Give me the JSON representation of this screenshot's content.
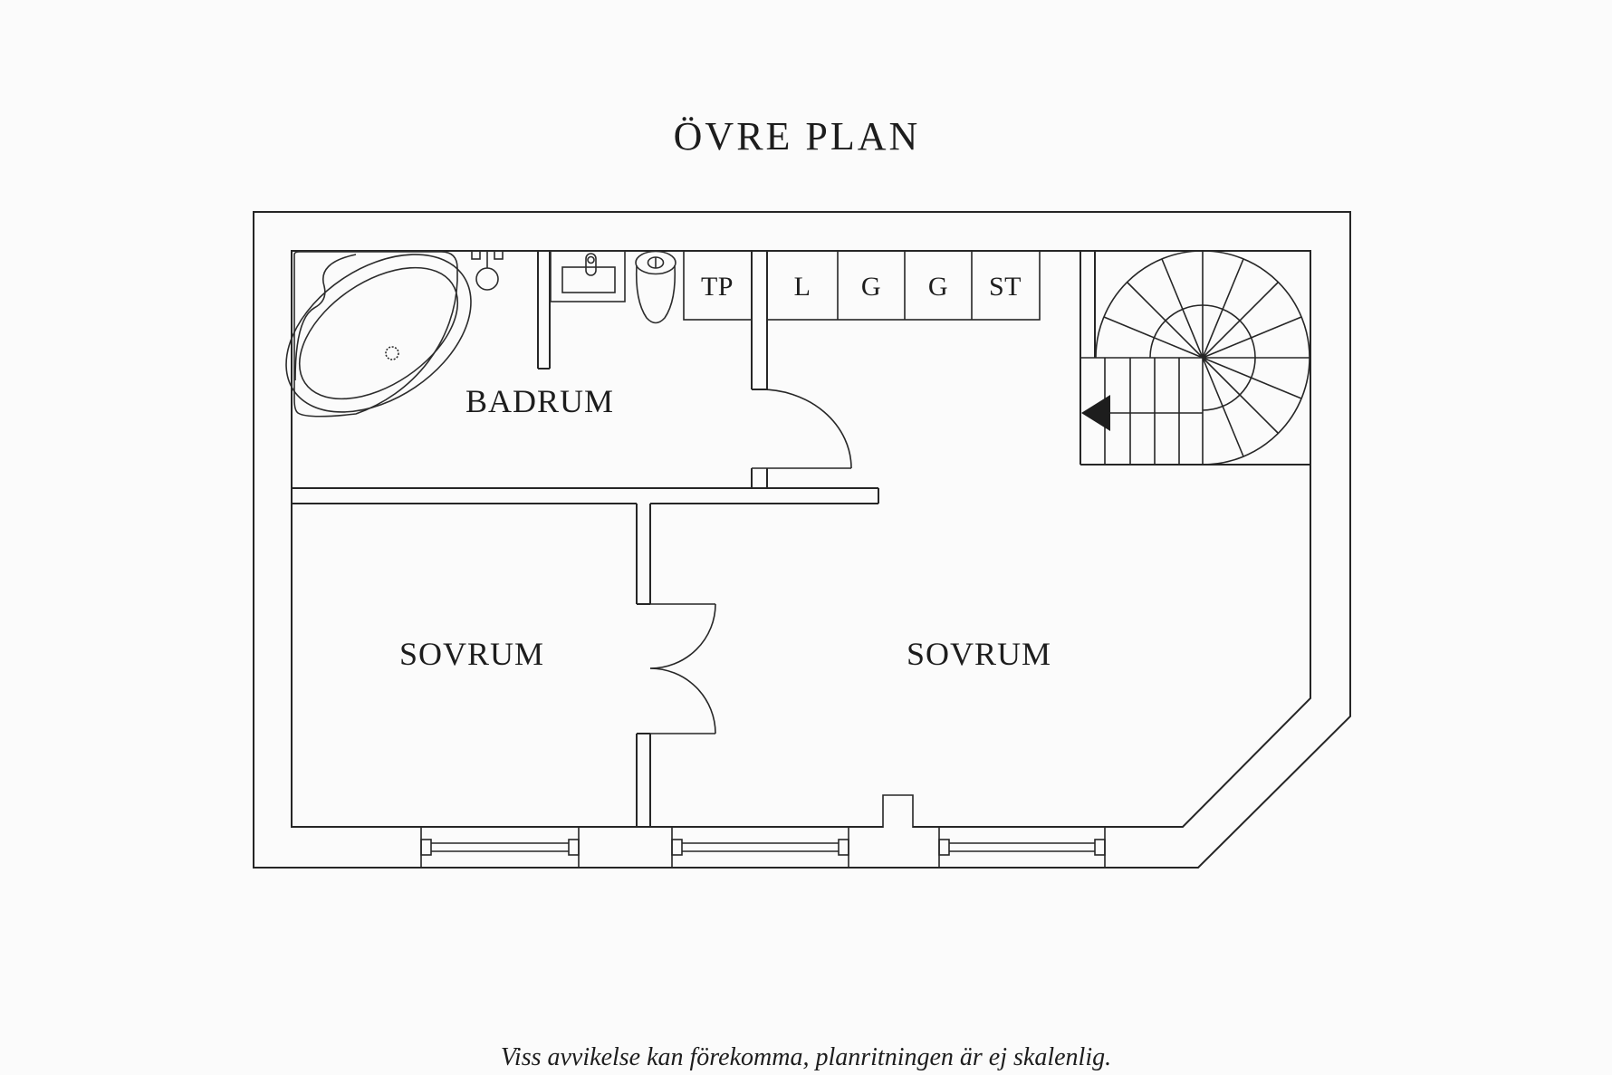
{
  "title": "ÖVRE PLAN",
  "footer": {
    "disclaimer": "Viss avvikelse kan förekomma, planritningen är ej skalenlig."
  },
  "rooms": {
    "bathroom": {
      "label": "BADRUM"
    },
    "bedroom_left": {
      "label": "SOVRUM"
    },
    "bedroom_right": {
      "label": "SOVRUM"
    }
  },
  "closets": [
    {
      "label": "TP"
    },
    {
      "label": "L"
    },
    {
      "label": "G"
    },
    {
      "label": "G"
    },
    {
      "label": "ST"
    }
  ],
  "colors": {
    "background": "#fbfbfb",
    "line": "#262626",
    "text": "#1d1d1d"
  }
}
